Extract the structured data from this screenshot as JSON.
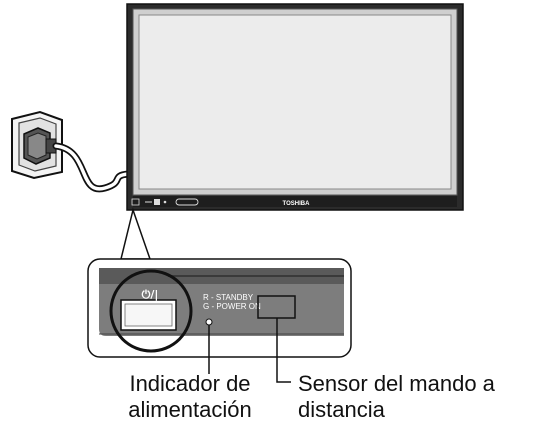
{
  "tv": {
    "brand": "TOSHIBA",
    "power_symbol": "⏻/|"
  },
  "panel": {
    "status_line1": "R - STANDBY",
    "status_line2": "G - POWER ON"
  },
  "callouts": {
    "indicator_line1": "Indicador de",
    "indicator_line2": "alimentación",
    "sensor_line1": "Sensor del mando a",
    "sensor_line2": "distancia"
  },
  "colors": {
    "frame": "#2b2b2b",
    "bezel": "#cfcfcf",
    "screen": "#ececec",
    "panel": "#7d7d7d",
    "panel_dark": "#5a5a5a",
    "outline": "#111111"
  }
}
